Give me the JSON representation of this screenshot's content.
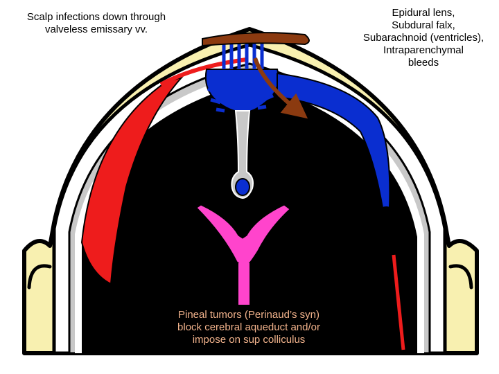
{
  "annotations": {
    "scalp": [
      "Scalp infections down through",
      "valveless emissary vv."
    ],
    "bleeds": [
      "Epidural lens,",
      "Subdural falx,",
      "Subarachnoid (ventricles),",
      "Intraparenchymal",
      "bleeds"
    ],
    "pineal": [
      "Pineal tumors (Perinaud’s syn)",
      "block cerebral aqueduct and/or",
      "impose on sup colliculus"
    ]
  },
  "colors": {
    "scalp": "#f8f0b0",
    "outline": "#000000",
    "brain": "#000000",
    "meninges": "#c8c8c8",
    "dura_space": "#ffffff",
    "epidural_hematoma": "#ee1c1c",
    "venous_sinus": "#0a2ed0",
    "emissary_vein_bone": "#8b3a10",
    "ventricles": "#ff44cc",
    "pineal_text": "#f2b38c"
  }
}
